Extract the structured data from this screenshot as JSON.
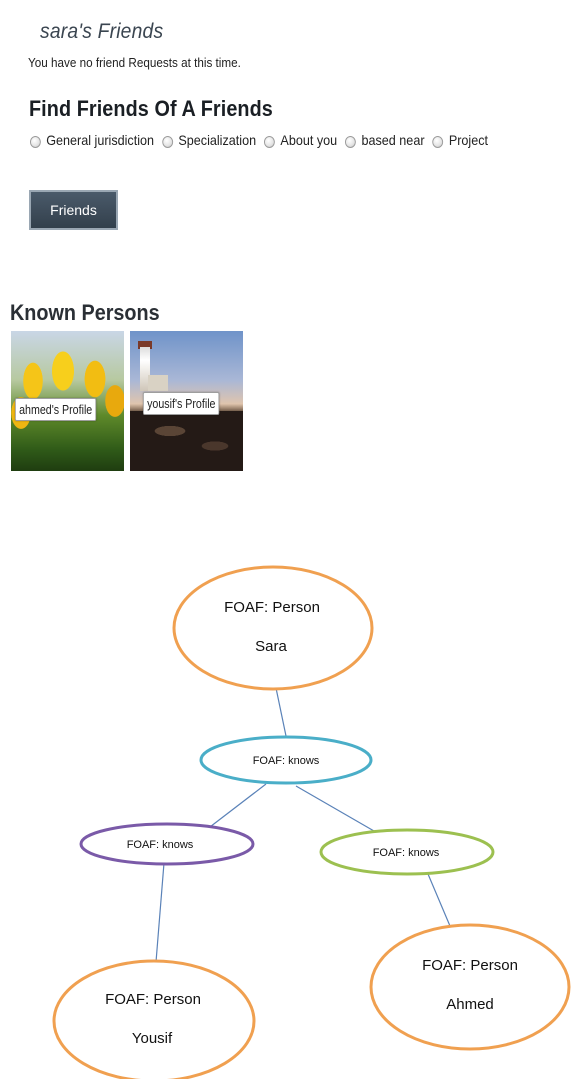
{
  "friends_section": {
    "title": "sara's Friends",
    "no_requests_text": "You have no friend Requests at this time."
  },
  "find_section": {
    "heading": "Find Friends Of A Friends",
    "radio_options": [
      "General jurisdiction",
      "Specialization",
      "About you",
      "based near",
      "Project"
    ],
    "button_label": "Friends"
  },
  "known_persons": {
    "heading": "Known Persons",
    "profiles": [
      {
        "label": "ahmed's Profile"
      },
      {
        "label": "yousif's Profile"
      }
    ]
  },
  "diagram": {
    "nodes": {
      "sara": {
        "type_label": "FOAF: Person",
        "name": "Sara",
        "color": "#f0a050"
      },
      "knows_top": {
        "label": "FOAF: knows",
        "color": "#4aaec8"
      },
      "knows_left": {
        "label": "FOAF: knows",
        "color": "#7a5aa8"
      },
      "knows_right": {
        "label": "FOAF: knows",
        "color": "#9cc050"
      },
      "yousif": {
        "type_label": "FOAF: Person",
        "name": "Yousif",
        "color": "#f0a050"
      },
      "ahmed": {
        "type_label": "FOAF: Person",
        "name": "Ahmed",
        "color": "#f0a050"
      }
    },
    "edge_color": "#5a82b8"
  }
}
